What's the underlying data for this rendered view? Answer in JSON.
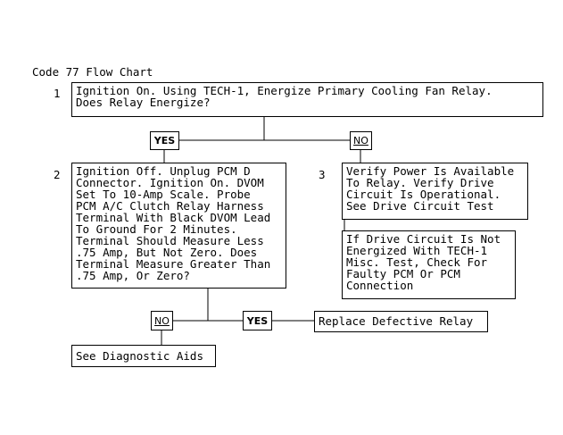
{
  "title": "Code 77 Flow Chart",
  "steps": {
    "s1": {
      "number": "1",
      "text": "Ignition On. Using TECH-1, Energize Primary Cooling Fan Relay.\nDoes Relay Energize?"
    },
    "s2": {
      "number": "2",
      "text": "Ignition Off. Unplug PCM D\nConnector. Ignition On. DVOM\nSet To 10-Amp Scale. Probe\nPCM A/C Clutch Relay Harness\nTerminal With Black DVOM Lead\nTo Ground For 2 Minutes.\nTerminal Should Measure Less\n.75 Amp, But Not Zero. Does\nTerminal Measure Greater Than\n.75 Amp, Or Zero?"
    },
    "s3": {
      "number": "3",
      "text": "Verify Power Is Available\nTo Relay. Verify Drive\nCircuit Is Operational.\nSee Drive Circuit Test"
    },
    "s3b": {
      "text": "If Drive Circuit Is Not\nEnergized With TECH-1\nMisc. Test, Check For\nFaulty PCM Or PCM\nConnection"
    },
    "replace": {
      "text": "Replace Defective Relay"
    },
    "diag": {
      "text": "See Diagnostic Aids"
    }
  },
  "labels": {
    "yes_top": "YES",
    "no_top": "NO",
    "no_bottom": "NO",
    "yes_bottom": "YES"
  }
}
